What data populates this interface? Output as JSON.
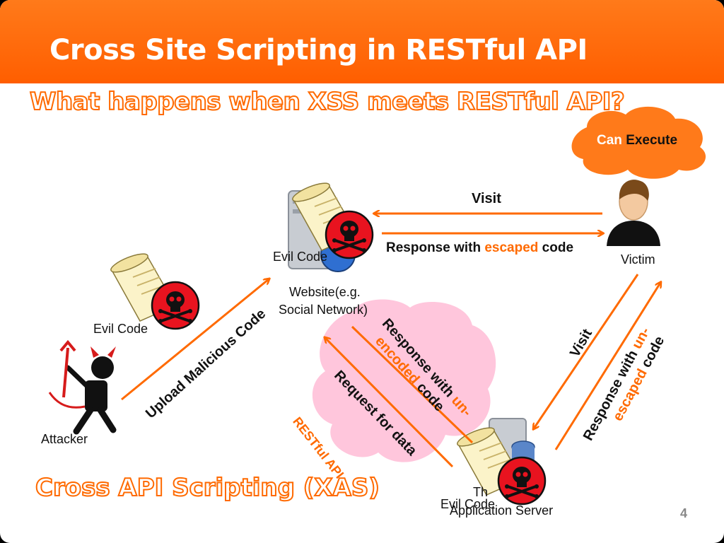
{
  "slide": {
    "title": "Cross Site Scripting in RESTful API",
    "subtitle": "What happens when XSS meets RESTful API?",
    "footer_heading": "Cross API Scripting (XAS)",
    "page_number": "4"
  },
  "nodes": {
    "attacker": "Attacker",
    "victim": "Victim",
    "website_line1": "Website(e.g.",
    "website_line2": "Social Network)",
    "evil_code": "Evil Code",
    "app_server_prefix": "Th",
    "app_server": "Application Server"
  },
  "cloud": {
    "word1": "Can",
    "word2": "Execute"
  },
  "edges": {
    "upload": "Upload Malicious Code",
    "visit_top": "Visit",
    "response_escaped_pre": "Response with ",
    "response_escaped_hl": "escaped",
    "response_escaped_post": " code",
    "visit_right": "Visit",
    "resp_unescaped_l1a": "Response with ",
    "resp_unescaped_l1b": "un-",
    "resp_unescaped_l2a": "escaped",
    "resp_unescaped_l2b": " code",
    "resp_unencoded_l1a": "Response with ",
    "resp_unencoded_l1b": "un-",
    "resp_unencoded_l2a": "encoded",
    "resp_unencoded_l2b": " code",
    "request_data": "Request for data",
    "restful_api": "RESTful API"
  },
  "colors": {
    "accent": "#ff6a00",
    "cloud_orange": "#ff7a1a",
    "cloud_pink": "#ffc6dc",
    "skull_red": "#e8131f"
  }
}
